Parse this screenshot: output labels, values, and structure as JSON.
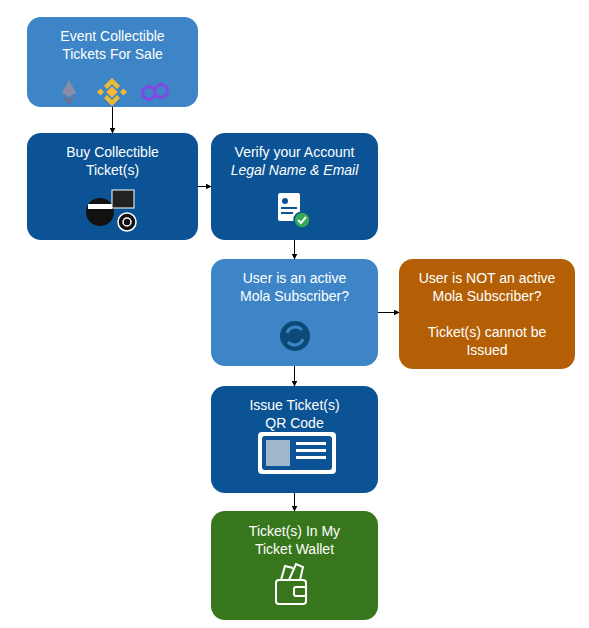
{
  "diagram": {
    "nodes": [
      {
        "text": [
          "Event Collectible Tickets For Sale"
        ]
      },
      {
        "text": [
          "Buy Collectible Ticket(s)"
        ]
      },
      {
        "text": [
          "Verify your Account",
          "Legal Name & Email"
        ]
      },
      {
        "text": [
          "User is an active Mola Subscriber?"
        ]
      },
      {
        "text": [
          "User is NOT an active Mola Subscriber?",
          "Ticket(s) cannot be Issued"
        ]
      },
      {
        "text": [
          "Issue Ticket(s) QR Code"
        ]
      },
      {
        "text": [
          "Ticket(s) In My Ticket Wallet"
        ]
      }
    ],
    "edges": [
      {
        "from": 0,
        "to": 1,
        "arrow": "to"
      },
      {
        "from": 1,
        "to": 2,
        "arrow": "to"
      },
      {
        "from": 2,
        "to": 3,
        "arrow": "to"
      },
      {
        "from": 3,
        "to": 4,
        "arrow": "to"
      },
      {
        "from": 3,
        "to": 5,
        "arrow": "to"
      },
      {
        "from": 5,
        "to": 6,
        "arrow": "to"
      }
    ]
  }
}
